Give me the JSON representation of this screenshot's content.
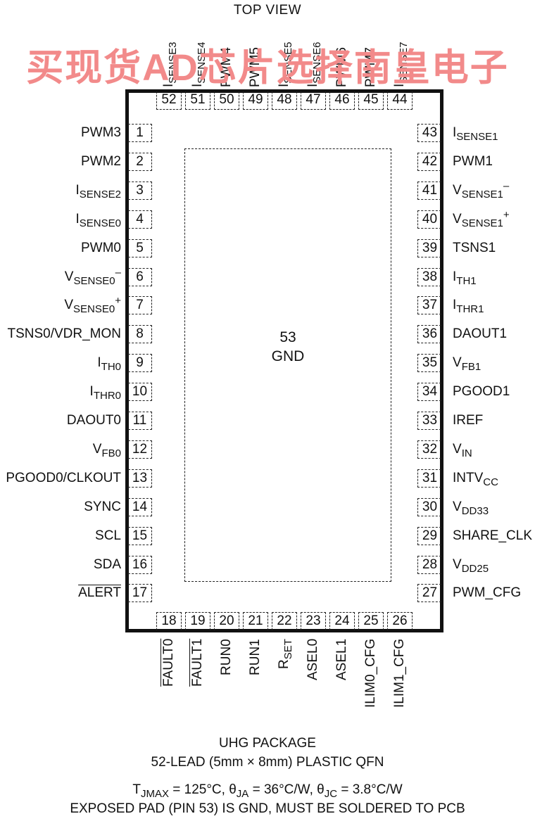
{
  "view_title": "TOP VIEW",
  "watermark": "买现货AD芯片选择南皇电子",
  "exposed_pad": {
    "number": "53",
    "name": "GND"
  },
  "left_pins": [
    {
      "num": "1",
      "label": "PWM3"
    },
    {
      "num": "2",
      "label": "PWM2"
    },
    {
      "num": "3",
      "label": "ISENSE2"
    },
    {
      "num": "4",
      "label": "ISENSE0"
    },
    {
      "num": "5",
      "label": "PWM0"
    },
    {
      "num": "6",
      "label": "VSENSE0–"
    },
    {
      "num": "7",
      "label": "VSENSE0+"
    },
    {
      "num": "8",
      "label": "TSNS0/VDR_MON"
    },
    {
      "num": "9",
      "label": "ITH0"
    },
    {
      "num": "10",
      "label": "ITHR0"
    },
    {
      "num": "11",
      "label": "DAOUT0"
    },
    {
      "num": "12",
      "label": "VFB0"
    },
    {
      "num": "13",
      "label": "PGOOD0/CLKOUT"
    },
    {
      "num": "14",
      "label": "SYNC"
    },
    {
      "num": "15",
      "label": "SCL"
    },
    {
      "num": "16",
      "label": "SDA"
    },
    {
      "num": "17",
      "label": "ALERT"
    }
  ],
  "right_pins": [
    {
      "num": "43",
      "label": "ISENSE1"
    },
    {
      "num": "42",
      "label": "PWM1"
    },
    {
      "num": "41",
      "label": "VSENSE1–"
    },
    {
      "num": "40",
      "label": "VSENSE1+"
    },
    {
      "num": "39",
      "label": "TSNS1"
    },
    {
      "num": "38",
      "label": "ITH1"
    },
    {
      "num": "37",
      "label": "ITHR1"
    },
    {
      "num": "36",
      "label": "DAOUT1"
    },
    {
      "num": "35",
      "label": "VFB1"
    },
    {
      "num": "34",
      "label": "PGOOD1"
    },
    {
      "num": "33",
      "label": "IREF"
    },
    {
      "num": "32",
      "label": "VIN"
    },
    {
      "num": "31",
      "label": "INTVCC"
    },
    {
      "num": "30",
      "label": "VDD33"
    },
    {
      "num": "29",
      "label": "SHARE_CLK"
    },
    {
      "num": "28",
      "label": "VDD25"
    },
    {
      "num": "27",
      "label": "PWM_CFG"
    }
  ],
  "top_pins": [
    {
      "num": "52",
      "label": "ISENSE3"
    },
    {
      "num": "51",
      "label": "ISENSE4"
    },
    {
      "num": "50",
      "label": "PWM4"
    },
    {
      "num": "49",
      "label": "PWM5"
    },
    {
      "num": "48",
      "label": "ISENSE5"
    },
    {
      "num": "47",
      "label": "ISENSE6"
    },
    {
      "num": "46",
      "label": "PWM6"
    },
    {
      "num": "45",
      "label": "PWM7"
    },
    {
      "num": "44",
      "label": "ISENSE7"
    }
  ],
  "bottom_pins": [
    {
      "num": "18",
      "label": "FAULT0"
    },
    {
      "num": "19",
      "label": "FAULT1"
    },
    {
      "num": "20",
      "label": "RUN0"
    },
    {
      "num": "21",
      "label": "RUN1"
    },
    {
      "num": "22",
      "label": "RSET"
    },
    {
      "num": "23",
      "label": "ASEL0"
    },
    {
      "num": "24",
      "label": "ASEL1"
    },
    {
      "num": "25",
      "label": "ILIM0_CFG"
    },
    {
      "num": "26",
      "label": "ILIM1_CFG"
    }
  ],
  "footer": {
    "line1": "UHG PACKAGE",
    "line2": "52-LEAD (5mm × 8mm) PLASTIC QFN",
    "line3": "TJMAX = 125°C, θJA = 36°C/W, θJC = 3.8°C/W",
    "line4": "EXPOSED PAD (PIN 53) IS GND, MUST BE SOLDERED TO PCB"
  }
}
